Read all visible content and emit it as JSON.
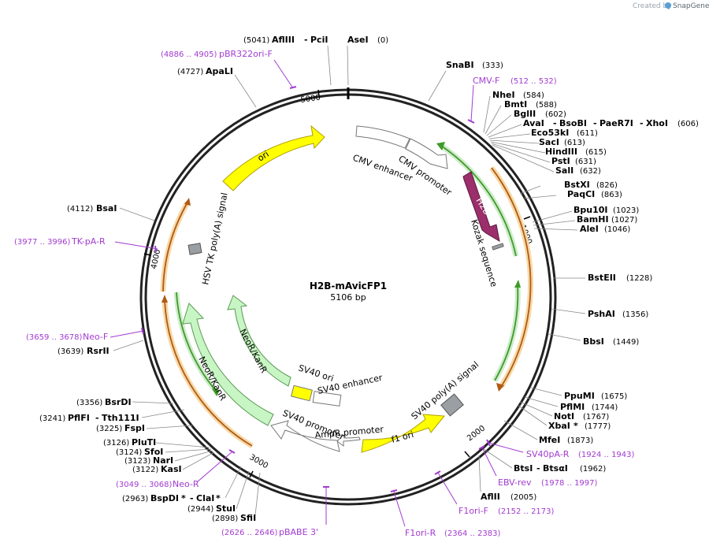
{
  "credit": {
    "prefix": "Created by",
    "brand": "SnapGene"
  },
  "plasmid": {
    "name": "H2B-mAvicFP1",
    "size_label": "5106 bp"
  },
  "ticks": [
    "1000",
    "2000",
    "3000",
    "4000",
    "5000"
  ],
  "features": {
    "cmv_enhancer": "CMV enhancer",
    "cmv_promoter": "CMV promoter",
    "h2b": "H2B",
    "kozak": "Kozak sequence",
    "sv40_polya": "SV40 poly(A) signal",
    "f1_ori": "f1 ori",
    "ampr_promoter": "AmpR promoter",
    "sv40_promoter": "SV40 promoter",
    "sv40_enhancer": "SV40 enhancer",
    "sv40_ori": "SV40 ori",
    "neokan_inner": "NeoR/KanR",
    "neokan_outer": "NeoR/KanR",
    "hsv_tk_polya": "HSV TK poly(A) signal",
    "ori": "ori"
  },
  "enzymes": {
    "afliii_top": {
      "name": "AflIII",
      "sep": "-",
      "name2": "PciI",
      "num": "(5041)"
    },
    "asei": {
      "name": "AseI",
      "num": "(0)"
    },
    "apali": {
      "name": "ApaLI",
      "num": "(4727)"
    },
    "snabi": {
      "name": "SnaBI",
      "num": "(333)"
    },
    "nhei": {
      "name": "NheI",
      "num": "(584)"
    },
    "bmti": {
      "name": "BmtI",
      "num": "(588)"
    },
    "bglii": {
      "name": "BglII",
      "num": "(602)"
    },
    "avai_group": {
      "name": "AvaI",
      "sep1": "-",
      "name2": "BsoBI",
      "sep2": "-",
      "name3": "PaeR7I",
      "sep3": "-",
      "name4": "XhoI",
      "num": "(606)"
    },
    "eco53ki": {
      "name": "Eco53kI",
      "num": "(611)"
    },
    "saci": {
      "name": "SacI",
      "num": "(613)"
    },
    "hindiii": {
      "name": "HindIII",
      "num": "(615)"
    },
    "psti": {
      "name": "PstI",
      "num": "(631)"
    },
    "sali": {
      "name": "SalI",
      "num": "(632)"
    },
    "bstxi": {
      "name": "BstXI",
      "num": "(826)"
    },
    "paqci": {
      "name": "PaqCI",
      "num": "(863)"
    },
    "bpu10i": {
      "name": "Bpu10I",
      "num": "(1023)"
    },
    "bamhi": {
      "name": "BamHI",
      "num": "(1027)"
    },
    "alei": {
      "name": "AleI",
      "num": "(1046)"
    },
    "bsteii": {
      "name": "BstEII",
      "num": "(1228)"
    },
    "pshai": {
      "name": "PshAI",
      "num": "(1356)"
    },
    "bbsi": {
      "name": "BbsI",
      "num": "(1449)"
    },
    "ppumi": {
      "name": "PpuMI",
      "num": "(1675)"
    },
    "pflmi": {
      "name": "PflMI",
      "num": "(1744)"
    },
    "noti": {
      "name": "NotI",
      "num": "(1767)"
    },
    "xbai": {
      "name": "XbaI",
      "mark": "*",
      "num": "(1777)"
    },
    "mfei": {
      "name": "MfeI",
      "num": "(1873)"
    },
    "btsi": {
      "name": "BtsI",
      "sep": "-",
      "name2": "BtsαI",
      "num": "(1962)"
    },
    "afiii": {
      "name": "AflII",
      "num": "(2005)"
    },
    "bsai": {
      "name": "BsaI",
      "num": "(4112)"
    },
    "rsrii": {
      "name": "RsrII",
      "num": "(3639)"
    },
    "bsrdi": {
      "name": "BsrDI",
      "num": "(3356)"
    },
    "pflfi": {
      "name": "PflFI",
      "sep": "-",
      "name2": "Tth111I",
      "num": "(3241)"
    },
    "fspi": {
      "name": "FspI",
      "num": "(3225)"
    },
    "pluti": {
      "name": "PluTI",
      "num": "(3126)"
    },
    "sfoi": {
      "name": "SfoI",
      "num": "(3124)"
    },
    "nari": {
      "name": "NarI",
      "num": "(3123)"
    },
    "kasi": {
      "name": "KasI",
      "num": "(3122)"
    },
    "bspdi": {
      "name": "BspDI",
      "mark": "*",
      "sep": "-",
      "name2": "ClaI",
      "mark2": "*",
      "num": "(2963)"
    },
    "stui": {
      "name": "StuI",
      "num": "(2944)"
    },
    "sfii": {
      "name": "SfiI",
      "num": "(2898)"
    }
  },
  "primers": {
    "pbr322": {
      "name": "pBR322ori-F",
      "range": "(4886 .. 4905)"
    },
    "cmvf": {
      "name": "CMV-F",
      "range": "(512 .. 532)"
    },
    "tkpar": {
      "name": "TK-pA-R",
      "range": "(3977 .. 3996)"
    },
    "neof": {
      "name": "Neo-F",
      "range": "(3659 .. 3678)"
    },
    "neor": {
      "name": "Neo-R",
      "range": "(3049 .. 3068)"
    },
    "pbabe": {
      "name": "pBABE 3'",
      "range": "(2626 .. 2646)"
    },
    "f1orir": {
      "name": "F1ori-R",
      "range": "(2364 .. 2383)"
    },
    "f1orif": {
      "name": "F1ori-F",
      "range": "(2152 .. 2173)"
    },
    "sv40par": {
      "name": "SV40pA-R",
      "range": "(1924 .. 1943)"
    },
    "ebvrev": {
      "name": "EBV-rev",
      "range": "(1978 .. 1997)"
    }
  },
  "colors": {
    "backbone": "#222222",
    "primer": "#a23bd0",
    "ori": "#ffff00",
    "h2b": "#9b2e6b",
    "green": "#3f9a2a",
    "orange": "#e8a33a",
    "gray": "#9a9fa3",
    "neo": "#c8f5c4"
  }
}
